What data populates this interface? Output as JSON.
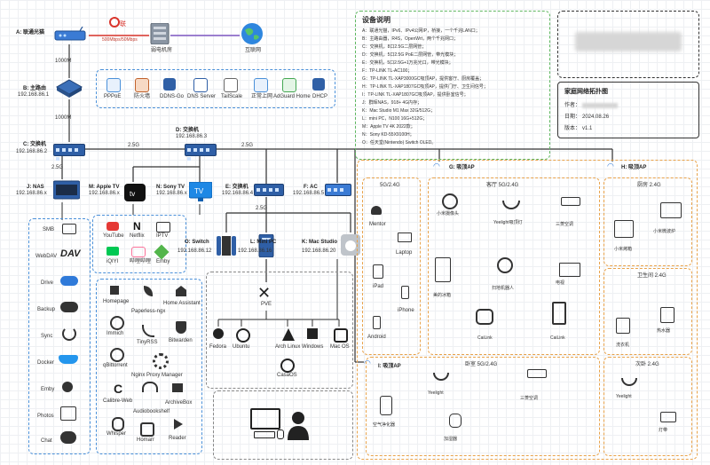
{
  "isp": {
    "label": "A: 联通光猫",
    "bandwidth": "500Mbps/50Mbps",
    "room_label": "弱电机房",
    "internet_label": "互联网"
  },
  "router": {
    "label": "B: 主路由",
    "ip": "192.168.86.1",
    "uplink": "1000M",
    "downlink": "1000M"
  },
  "services": {
    "items": [
      "PPPoE",
      "防火墙",
      "DDNS-Go",
      "DNS Server",
      "TailScale",
      "正常上网",
      "AdGuard Home",
      "DHCP"
    ]
  },
  "switch_c": {
    "label": "C: 交换机",
    "ip": "192.168.86.2",
    "link_d": "2.5G",
    "link_nas": "2.5G"
  },
  "switch_d": {
    "label": "D: 交换机",
    "ip": "192.168.86.3",
    "link_e": "2.5G"
  },
  "nas": {
    "label": "J: NAS",
    "ip": "192.168.86.x"
  },
  "apple_tv": {
    "label": "M: Apple TV",
    "ip": "192.168.86.x"
  },
  "sony_tv": {
    "label": "N: Sony TV",
    "ip": "192.168.86.x"
  },
  "switch_e": {
    "label": "E: 交换机",
    "ip": "192.168.86.4",
    "link": "2.5G"
  },
  "ap_f": {
    "label": "F: AC",
    "ip": "192.168.86.5"
  },
  "tv_apps": {
    "items": [
      "YouTube",
      "Netflix",
      "IPTV",
      "iQIYI",
      "哔哩哔哩",
      "Emby"
    ]
  },
  "nas_services": {
    "items": [
      "SMB",
      "WebDAV",
      "Drive",
      "Backup",
      "Sync",
      "Docker",
      "Emby",
      "Photos",
      "Chat"
    ]
  },
  "docker_apps": {
    "items": [
      "Homepage",
      "Paperless-ngx",
      "Home Assistant",
      "Immich",
      "TinyRSS",
      "Bitwarden",
      "qBittorrent",
      "Nginx Proxy Manager",
      "Calibre-Web",
      "Audiobookshelf",
      "ArchiveBox",
      "Whisper",
      "Homarr",
      "Reader"
    ]
  },
  "switch_o": {
    "label": "O: Switch",
    "ip": "192.168.86.12"
  },
  "mini_pc": {
    "label": "L: Mini PC",
    "ip": "192.168.86.16"
  },
  "mac_studio": {
    "label": "K: Mac Studio",
    "ip": "192.168.86.20"
  },
  "pve": {
    "label": "PVE",
    "vms": [
      "Fedora",
      "Ubuntu",
      "Arch Linux",
      "Windows",
      "Mac OS"
    ],
    "extra": "CasaOS"
  },
  "legend": {
    "title": "设备说明",
    "lines": [
      "A：联通光猫，IPv6、IPv4公网IP，桥接，一个千兆LAN口；",
      "B：主路由器，R4S，OpenWrt，两个千兆网口；",
      "C：交换机，8口2.5G二层网管；",
      "D：交换机，5口2.5G PoE二层网管，带光模块；",
      "E：交换机，5口2.5G+1万兆光口，带光模块；",
      "F：TP-LINK TL-AC100；",
      "G：TP-LINK TL-XAP3000GC吸顶AP，提供客厅、厨房覆盖；",
      "H：TP-LINK TL-XAP1807GC吸顶AP，提供门厅、卫生间信号；",
      "I：TP-LINK TL-XAP1807GC吸顶AP，提供卧室信号；",
      "J：群晖NAS，918+ 4G内存；",
      "K：Mac Studio M1 Max 32G/512G；",
      "L：mini PC，N100 16G+512G；",
      "M：Apple TV 4K 2022款；",
      "N：Sony KD-55X9100H；",
      "O：任天堂(Nintendo) Switch OLED。"
    ]
  },
  "title_box": {
    "heading": "家庭网络拓扑图",
    "author_label": "作者：",
    "date_label": "日期：",
    "date": "2024.08.26",
    "version_label": "版本：",
    "version": "v1.1"
  },
  "ap_g": {
    "label": "G: 吸顶AP"
  },
  "ap_h": {
    "label": "H: 吸顶AP"
  },
  "ap_i": {
    "label": "I: 吸顶AP"
  },
  "zones": {
    "study": {
      "label": "5G/2.4G",
      "items": [
        "Mentor",
        "Laptop",
        "iPad",
        "iPhone",
        "Android"
      ]
    },
    "living": {
      "label": "客厅 5G/2.4G",
      "items": [
        "小米摄像头",
        "Yeelight吸顶灯",
        "三菱空调",
        "美的冰箱",
        "扫地机器人",
        "电视",
        "CaiLink",
        "CaiLink"
      ]
    },
    "kitchen": {
      "label": "厨房 2.4G",
      "items": [
        "小米微波炉",
        "小米烤箱"
      ]
    },
    "bath": {
      "label": "卫生间 2.4G",
      "items": [
        "洗衣机",
        "热水器"
      ]
    },
    "bedroom": {
      "label": "卧室 5G/2.4G",
      "items": [
        "Yeelight",
        "三菱空调",
        "空气净化器",
        "加湿器"
      ]
    },
    "bedroom2": {
      "label": "次卧 2.4G",
      "items": [
        "Yeelight",
        "灯带"
      ]
    }
  }
}
